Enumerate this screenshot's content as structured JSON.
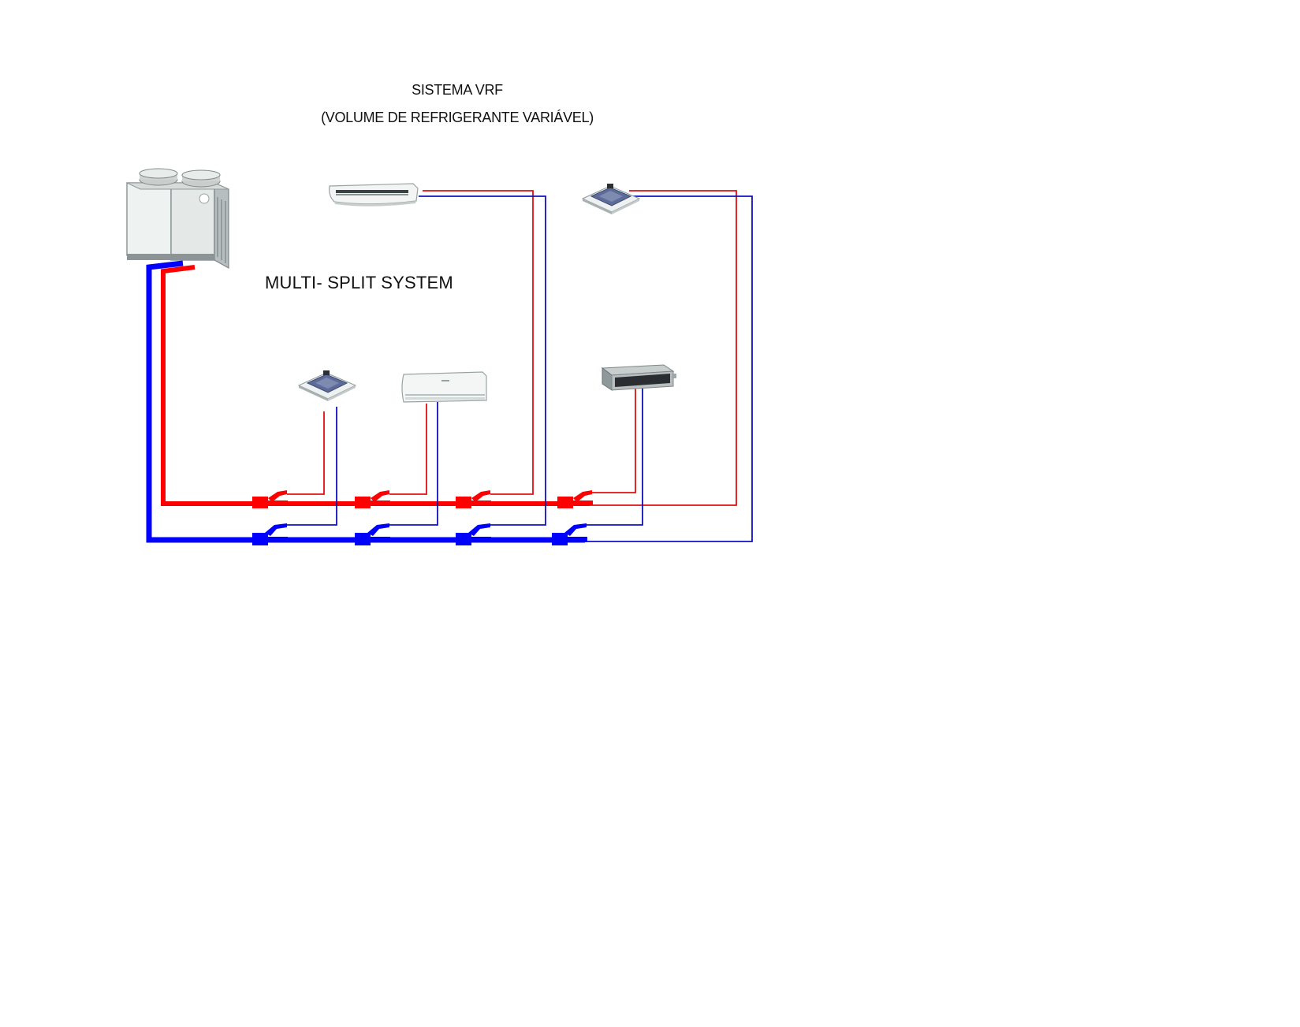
{
  "title": {
    "line1": "SISTEMA VRF",
    "line2": "(VOLUME DE REFRIGERANTE VARIÁVEL)"
  },
  "subtitle": "MULTI- SPLIT SYSTEM",
  "colors": {
    "hot_line": "#ff0000",
    "cold_line": "#0000ff",
    "thin_hot": "#e01010",
    "thin_cold": "#1010c0",
    "unit_body": "#e9eeec",
    "unit_shadow": "#9aa3a4"
  },
  "components": {
    "outdoor_unit": "outdoor-condensing-unit-icon",
    "indoor_units": [
      "ceiling-suspended-unit-icon",
      "cassette-unit-icon",
      "cassette-unit-icon",
      "wall-split-unit-icon",
      "ducted-unit-icon"
    ],
    "branch_joints": 8
  }
}
